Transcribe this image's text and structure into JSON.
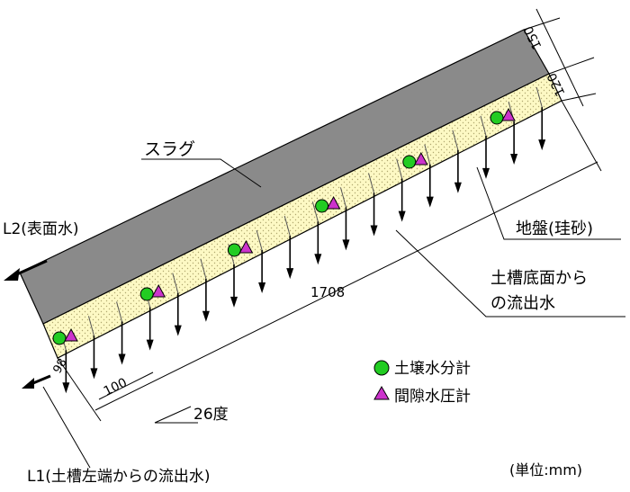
{
  "labels": {
    "slag": "スラグ",
    "surface_water": "L2(表面水)",
    "ground": "地盤(珪砂)",
    "bottom_outflow_line1": "土槽底面から",
    "bottom_outflow_line2": "の流出水",
    "left_end_outflow": "L1(土槽左端からの流出水)",
    "unit": "(単位:mm)",
    "angle": "26度"
  },
  "dimensions": {
    "slag_thickness": "150",
    "ground_thickness": "120",
    "length": "1708",
    "spacing": "100",
    "edge_offset": "98"
  },
  "legend": [
    {
      "label": "土壌水分計",
      "symbol": "circle",
      "color": "#22cc22"
    },
    {
      "label": "間隙水圧計",
      "symbol": "triangle",
      "color": "#cc33cc"
    }
  ],
  "colors": {
    "slag": "#8a8a8a",
    "ground": "#fdf9c4",
    "ground_dots": "#b0a870",
    "moisture_sensor": "#22cc22",
    "pressure_sensor": "#cc33cc"
  },
  "sensor_pairs": 6,
  "outflow_arrows": 18
}
